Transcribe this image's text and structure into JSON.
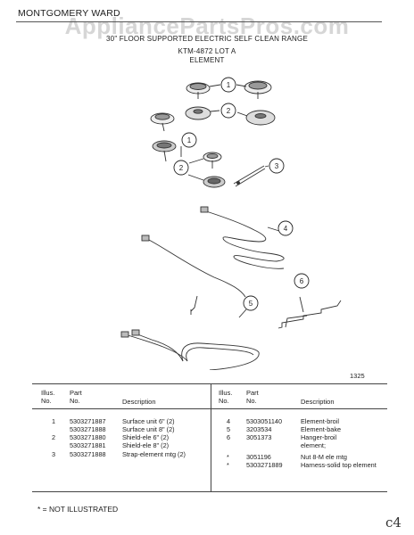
{
  "brand": "MONTGOMERY WARD",
  "watermark": "AppliancePartsPros.com",
  "subtitle_1": "30\" FLOOR SUPPORTED ELECTRIC SELF CLEAN RANGE",
  "subtitle_2": "KTM-4872 LOT A",
  "subtitle_3": "ELEMENT",
  "callouts": [
    "1",
    "2",
    "1",
    "2",
    "3",
    "4",
    "5",
    "6"
  ],
  "page_number": "1325",
  "table_headers": {
    "illus_no": "Illus.\nNo.",
    "part_no": "Part\nNo.",
    "description": "Description"
  },
  "parts_left": [
    {
      "illus": "1",
      "part": "5303271887",
      "desc": "Surface unit 6\" (2)"
    },
    {
      "illus": "",
      "part": "5303271888",
      "desc": "Surface unit 8\" (2)"
    },
    {
      "illus": "2",
      "part": "5303271880",
      "desc": "Shield-ele 6\" (2)"
    },
    {
      "illus": "",
      "part": "5303271881",
      "desc": "Shield-ele 8\" (2)"
    },
    {
      "illus": "3",
      "part": "5303271888",
      "desc": "Strap-element mtg (2)"
    }
  ],
  "parts_right": [
    {
      "illus": "4",
      "part": "5303051140",
      "desc": "Element-broil"
    },
    {
      "illus": "5",
      "part": "3203534",
      "desc": "Element-bake"
    },
    {
      "illus": "6",
      "part": "3051373",
      "desc": "Hanger-broil"
    },
    {
      "illus": "",
      "part": "",
      "desc": "element;"
    },
    {
      "illus": "*",
      "part": "3051196",
      "desc": "Nut 8-M ele mtg"
    },
    {
      "illus": "*",
      "part": "5303271889",
      "desc": "Harness-solid top element"
    }
  ],
  "footnote": "* = NOT ILLUSTRATED",
  "corner_mark": "c4"
}
